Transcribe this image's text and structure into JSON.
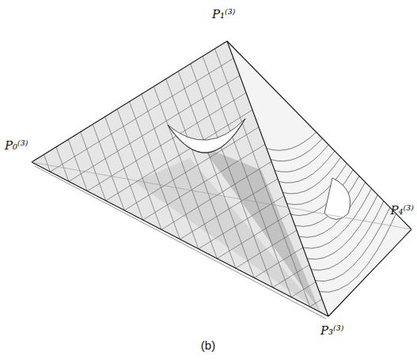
{
  "diagram": {
    "caption": "(b)",
    "labels": [
      "P₁⁽³⁾",
      "P₀⁽³⁾",
      "P₄⁽³⁾",
      "P₃⁽³⁾"
    ]
  }
}
